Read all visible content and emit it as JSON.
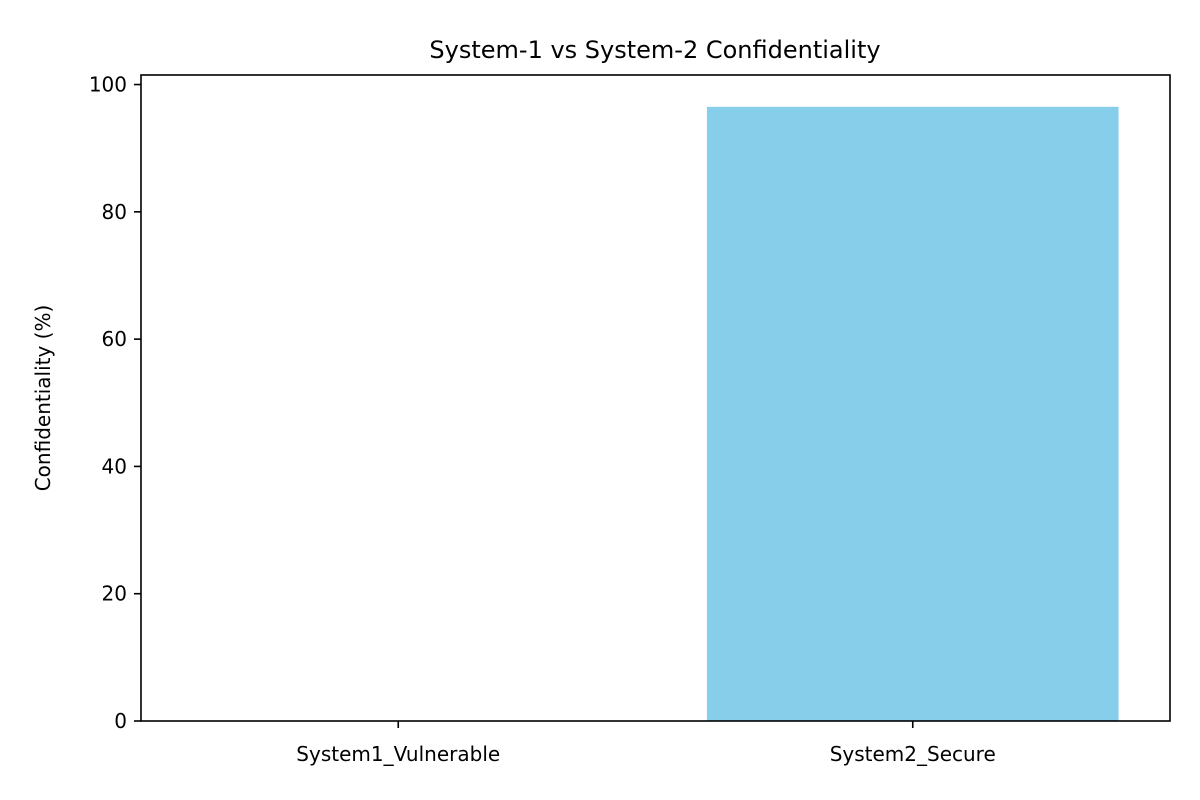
{
  "chart_data": {
    "type": "bar",
    "title": "System-1 vs System-2 Confidentiality",
    "xlabel": "",
    "ylabel": "Confidentiality (%)",
    "categories": [
      "System1_Vulnerable",
      "System2_Secure"
    ],
    "values": [
      0,
      96.5
    ],
    "ylim": [
      0,
      101.5
    ],
    "yticks": [
      0,
      20,
      40,
      60,
      80,
      100
    ],
    "grid": false,
    "bar_color": "#87CEEB"
  }
}
